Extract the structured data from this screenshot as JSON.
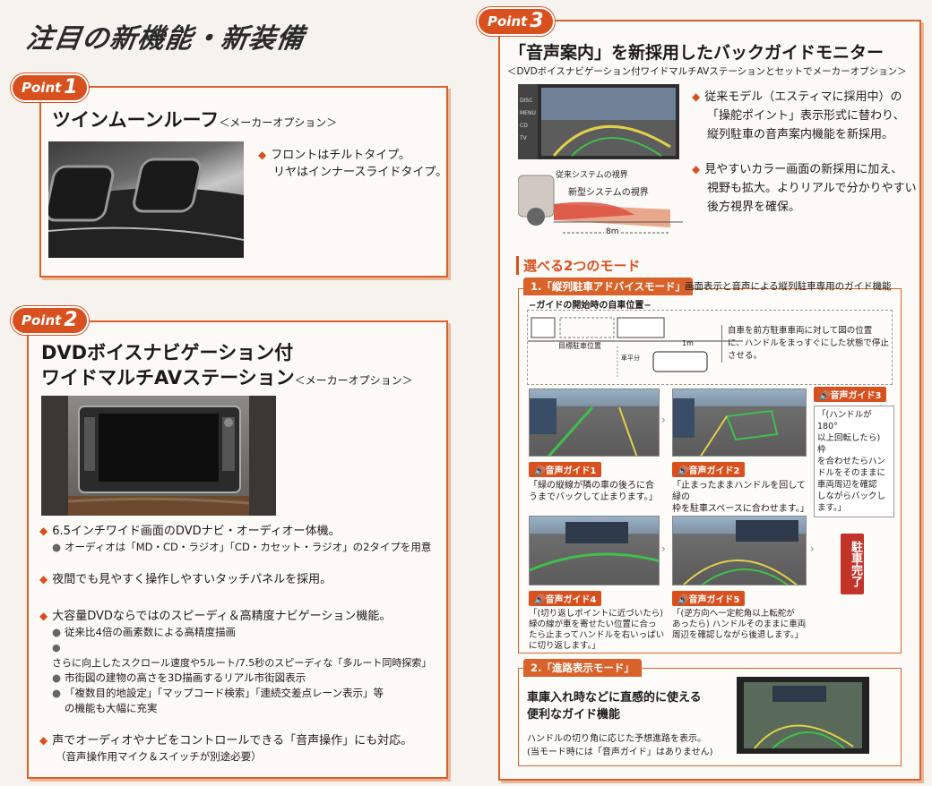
{
  "page_title": "注目の新機能・新装備",
  "point1": {
    "badge": "Point",
    "num": "1",
    "title": "ツインムーンルーフ",
    "option": "＜メーカーオプション＞",
    "bullets": [
      "フロントはチルトタイプ。",
      "リヤはインナースライドタイプ。"
    ]
  },
  "point2": {
    "badge": "Point",
    "num": "2",
    "title1": "DVDボイスナビゲーション付",
    "title2": "ワイドマルチAVステーション",
    "option": "＜メーカーオプション＞",
    "b1": "6.5インチワイド画面のDVDナビ・オーディオー体機。",
    "b1s1": "オーディオは「MD・CD・ラジオ」「CD・カセット・ラジオ」の2タイプを用意",
    "b2": "夜間でも見やすく操作しやすいタッチパネルを採用。",
    "b3": "大容量DVDならではのスピーディ＆高精度ナビゲーション機能。",
    "b3s1": "従来比4倍の画素数による高精度描画",
    "b3s2": "さらに向上したスクロール速度や5ルート/7.5秒のスピーディな「多ルート同時探索」",
    "b3s3": "市街図の建物の高さを3D描画するリアル市街図表示",
    "b3s4a": "「複数目的地設定」「マップコード検索」「連続交差点レーン表示」等",
    "b3s4b": "の機能も大幅に充実",
    "b4": "声でオーディオやナビをコントロールできる「音声操作」にも対応。",
    "b4s": "（音声操作用マイク＆スイッチが別途必要）"
  },
  "point3": {
    "badge": "Point",
    "num": "3",
    "title": "「音声案内」を新採用したバックガイドモニター",
    "option": "＜DVDボイスナビゲーション付ワイドマルチAVステーションとセットでメーカーオプション＞",
    "bullet1a": "従来モデル（エスティマに採用中）の",
    "bullet1b": "「操舵ポイント」表示形式に替わり、",
    "bullet1c": "縦列駐車の音声案内機能を新採用。",
    "bullet2a": "見やすいカラー画面の新採用に加え、",
    "bullet2b": "視野も拡大。よりリアルで分かりやすい",
    "bullet2c": "後方視界を確保。",
    "fig_old": "従来システムの視界",
    "fig_new": "新型システムの視界",
    "fig_dist": "8m",
    "screen_btns": [
      "DISC",
      "MENU",
      "CD",
      "TV"
    ],
    "modes_title": "選べる2つのモード",
    "mode1_tab": "1.「縦列駐車アドバイスモード」",
    "mode1_desc": "画面表示と音声による縦列駐車専用のガイド機能",
    "start_pos": "−ガイドの開始時の自車位置−",
    "target_label": "目標駐車位置",
    "dist_label": "1m",
    "parallel_label": "車平分",
    "start_note1": "自車を前方駐車車両に対して図の位置",
    "start_note2": "に、ハンドルをまっすぐにした状態で停止",
    "start_note3": "させる。",
    "g1": "音声ガイド1",
    "g1t1": "「緑の縦線が隣の車の後ろに合",
    "g1t2": "うまでバックして止まります。」",
    "g2": "音声ガイド2",
    "g2t1": "「止まったままハンドルを回して緑の",
    "g2t2": "枠を駐車スペースに合わせます。」",
    "g3": "音声ガイド3",
    "g3t": [
      "「(ハンドルが180°",
      "以上回転したら) 枠",
      "を合わせたらハン",
      "ドルをそのままに",
      "車両周辺を確認",
      "しながらバックし",
      "ます。」"
    ],
    "g4": "音声ガイド4",
    "g4t": [
      "「(切り返しポイントに近づいたら)",
      "緑の線が車を寄せたい位置に合っ",
      "たら止まってハンドルを右いっぱい",
      "に切り返します。」"
    ],
    "g5": "音声ガイド5",
    "g5t": [
      "「(逆方向へ一定舵角以上転舵が",
      "あったら) ハンドルそのままに車両",
      "周辺を確認しながら後退します。」"
    ],
    "done": "駐車完了",
    "mode2_tab": "2.「進路表示モード」",
    "mode2_t1": "車庫入れ時などに直感的に使える",
    "mode2_t2": "便利なガイド機能",
    "mode2_s1": "ハンドルの切り角に応じた予想進路を表示。",
    "mode2_s2": "(当モード時には「音声ガイド」はありません)"
  }
}
